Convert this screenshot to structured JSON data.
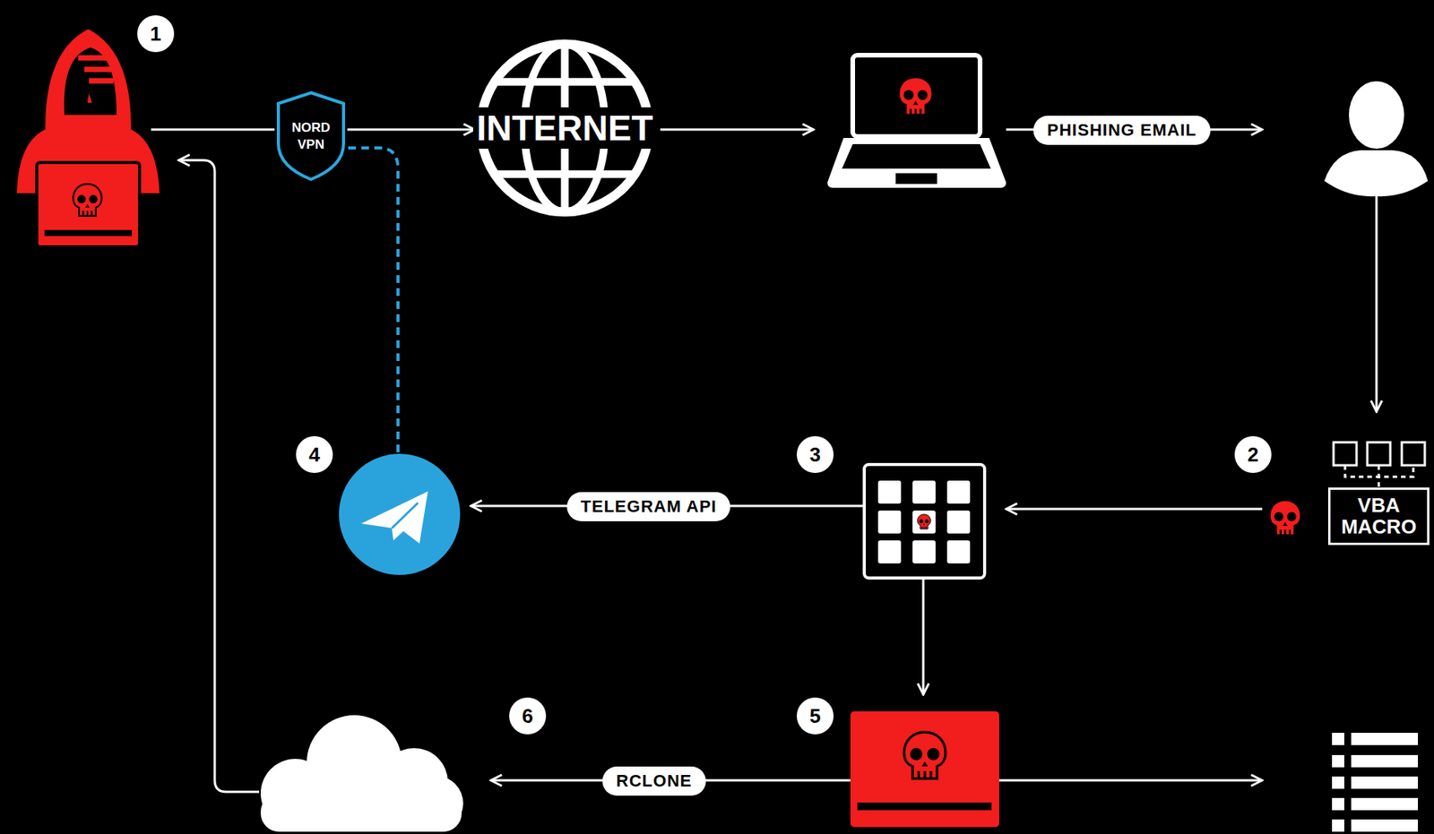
{
  "diagram": {
    "nodes": [
      {
        "text": [
          "NORD VPN"
        ]
      },
      {
        "text": [
          "INTERNET"
        ]
      },
      {
        "text": [
          "VBA MACRO"
        ]
      }
    ],
    "edges": [
      {
        "from": 0,
        "to": 1,
        "arrow": "to"
      }
    ],
    "labels": [
      "1",
      "PHISHING EMAIL",
      "4",
      "TELEGRAM API",
      "3",
      "2",
      "6",
      "RCLONE",
      "5"
    ]
  }
}
